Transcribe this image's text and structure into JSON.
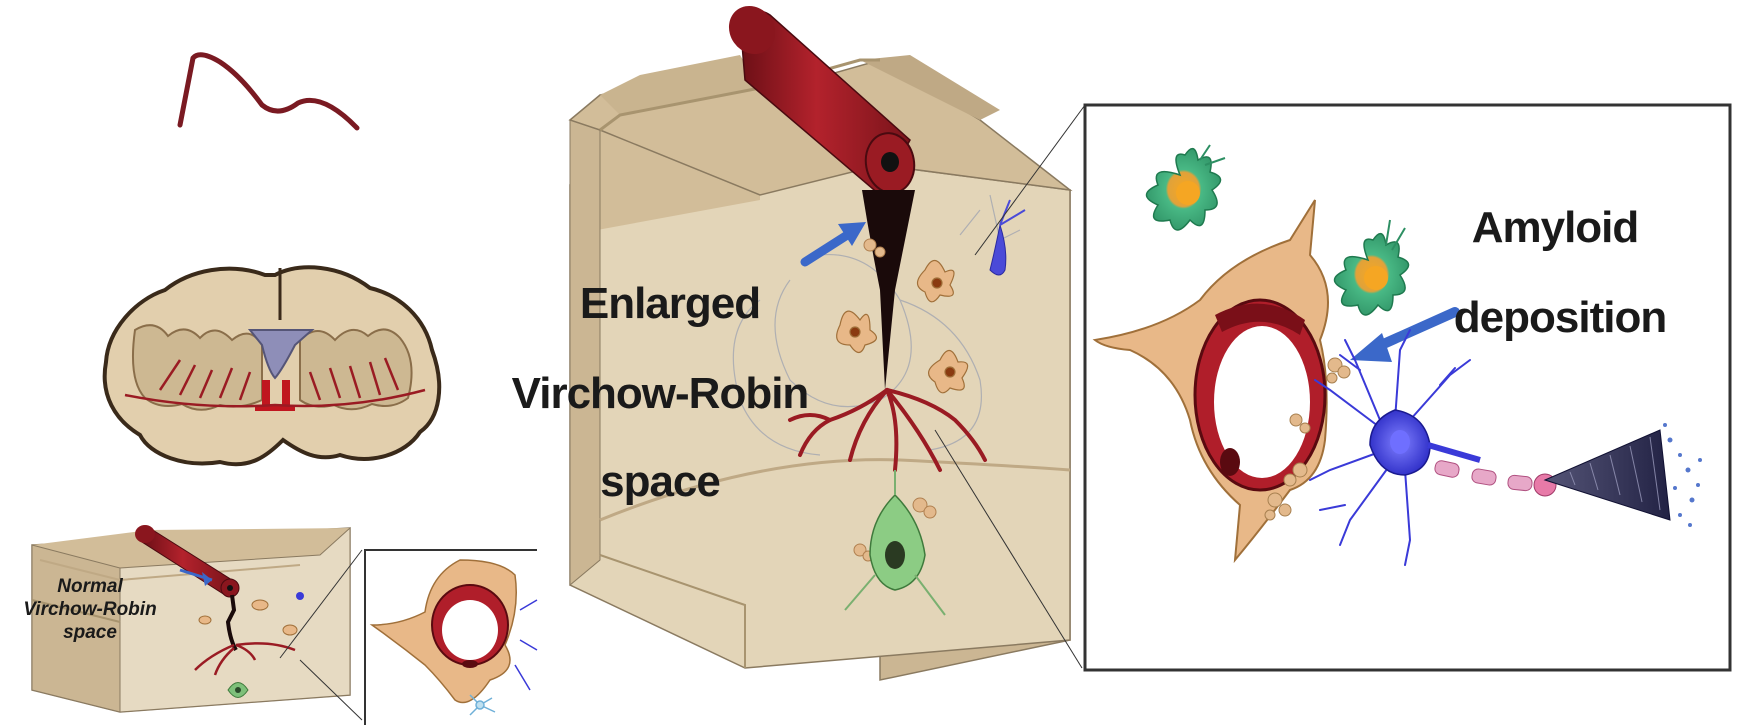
{
  "labels": {
    "normal_vrs": [
      "Normal",
      "Virchow-Robin",
      "space"
    ],
    "enlarged_vrs": [
      "Enlarged",
      "Virchow-Robin",
      "space"
    ],
    "amyloid": [
      "Amyloid",
      "deposition"
    ]
  },
  "colors": {
    "vessel": "#9a1b23",
    "vessel_dark": "#6b0f16",
    "tissue_top": "#d9c7a6",
    "tissue_side": "#cbb693",
    "tissue_light": "#e6dac2",
    "astrocyte": "#e8b888",
    "neuron_blue": "#3a3ad8",
    "microglia": "#3fae7a",
    "arrow": "#3b68c9",
    "frame": "#333333"
  },
  "icons": [
    "wave-trace-icon",
    "brain-coronal-icon",
    "blood-vessel-icon",
    "neuron-icon",
    "astrocyte-icon",
    "microglia-icon",
    "amyloid-fibril-icon",
    "arrow-icon"
  ]
}
